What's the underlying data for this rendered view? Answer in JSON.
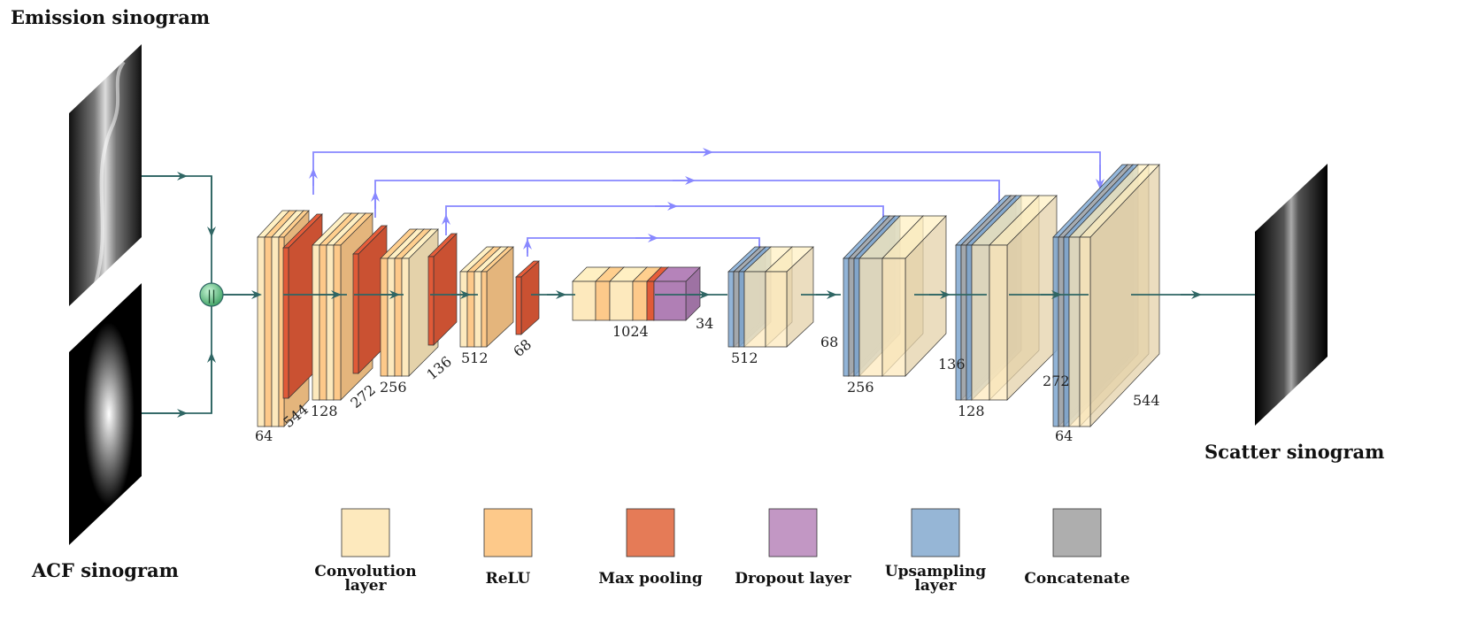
{
  "titles": {
    "emission": "Emission sinogram",
    "acf": "ACF sinogram",
    "scatter": "Scatter sinogram"
  },
  "concat_symbol": "||",
  "dims": {
    "e1_channels": "64",
    "e1_size": "544",
    "e2_channels": "128",
    "e2_size": "272",
    "e3_channels": "256",
    "e3_size": "136",
    "e4_channels": "512",
    "e4_size": "68",
    "bottleneck_channels": "1024",
    "bottleneck_size": "34",
    "d1_channels": "512",
    "d1_size": "68",
    "d2_channels": "256",
    "d2_size": "136",
    "d3_channels": "128",
    "d3_size": "272",
    "d4_channels": "64",
    "d4_size": "544"
  },
  "colors": {
    "conv": "#fde9bd",
    "relu": "#fdc98a",
    "maxpool": "#e05a38",
    "dropout": "#b07fb5",
    "upsampling": "#7fa7d0",
    "concatenate": "#a8a8a8",
    "flow": "#2f6664",
    "skip": "#8888ff",
    "concat_node": "#6fcf8f"
  },
  "legend": [
    {
      "line1": "Convolution",
      "line2": "layer",
      "color": "#fde9bd"
    },
    {
      "line1": "ReLU",
      "line2": "",
      "color": "#fdc98a"
    },
    {
      "line1": "Max pooling",
      "line2": "",
      "color": "#e57b57"
    },
    {
      "line1": "Dropout layer",
      "line2": "",
      "color": "#c297c4"
    },
    {
      "line1": "Upsampling",
      "line2": "layer",
      "color": "#96b6d6"
    },
    {
      "line1": "Concatenate",
      "line2": "",
      "color": "#aeaeae"
    }
  ]
}
